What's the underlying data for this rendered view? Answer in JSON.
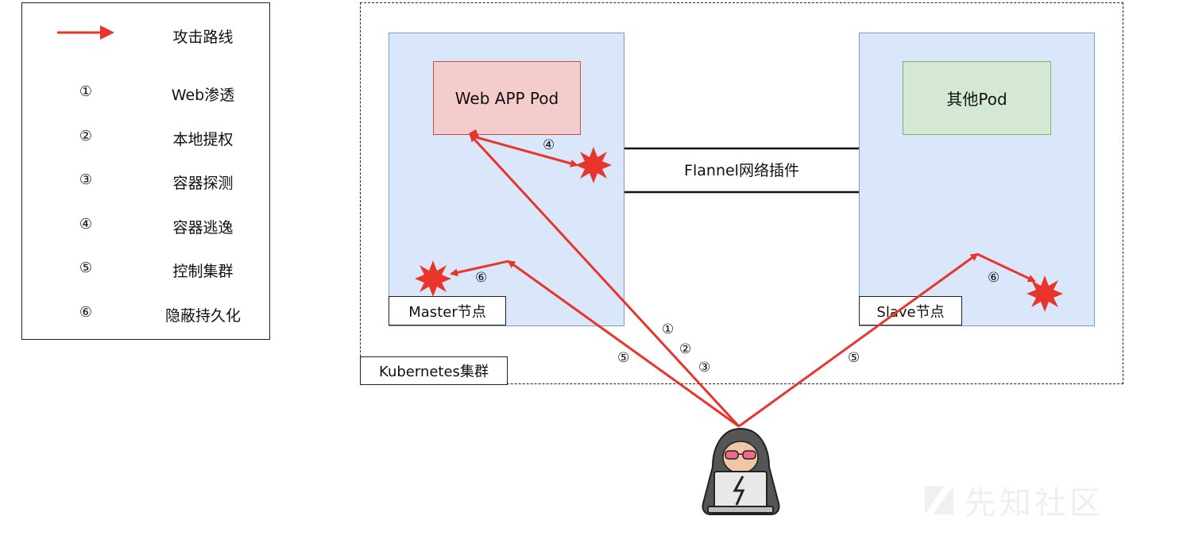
{
  "legend": {
    "arrow_label": "攻击路线",
    "items": [
      {
        "num": "①",
        "label": "Web渗透"
      },
      {
        "num": "②",
        "label": "本地提权"
      },
      {
        "num": "③",
        "label": "容器探测"
      },
      {
        "num": "④",
        "label": "容器逃逸"
      },
      {
        "num": "⑤",
        "label": "控制集群"
      },
      {
        "num": "⑥",
        "label": "隐蔽持久化"
      }
    ]
  },
  "cluster": {
    "label": "Kubernetes集群",
    "network_label": "Flannel网络插件",
    "master": {
      "label": "Master节点",
      "pod_label": "Web APP Pod"
    },
    "slave": {
      "label": "Slave节点",
      "pod_label": "其他Pod"
    }
  },
  "route_numbers": {
    "n1": "①",
    "n2": "②",
    "n3": "③",
    "n4": "④",
    "n5_left": "⑤",
    "n5_right": "⑤",
    "n6_left": "⑥",
    "n6_right": "⑥"
  },
  "watermark": "先知社区",
  "colors": {
    "attack_arrow": "#e8342a",
    "node_fill": "#dae7fb",
    "node_border": "#7c9ccb",
    "webapp_fill": "#f4cccb",
    "webapp_border": "#b85450",
    "otherpod_fill": "#d5e8d4",
    "otherpod_border": "#82b366"
  },
  "icons": [
    "right-arrow-icon",
    "explosion-icon",
    "hacker-icon",
    "watermark-logo-icon"
  ]
}
